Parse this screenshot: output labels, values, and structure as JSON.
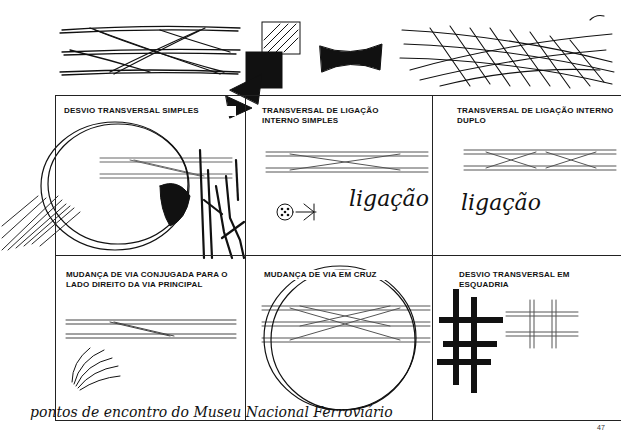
{
  "diagram": {
    "caption": "pontos de encontro do Museu Nacional Ferroviário",
    "nodes": [
      {
        "text": [
          "DESVIO TRANSVERSAL SIMPLES"
        ]
      },
      {
        "text": [
          "TRANSVERSAL DE LIGAÇÃO INTERNO SIMPLES",
          "ligação"
        ]
      },
      {
        "text": [
          "TRANSVERSAL DE LIGAÇÃO INTERNO DUPLO",
          "ligação"
        ]
      },
      {
        "text": [
          "MUDANÇA DE VIA CONJUGADA PARA O LADO DIREITO DA VIA PRINCIPAL"
        ]
      },
      {
        "text": [
          "MUDANÇA DE VIA EM CRUZ"
        ]
      },
      {
        "text": [
          "DESVIO TRANSVERSAL EM ESQUADRIA"
        ]
      }
    ],
    "labels": [
      "47"
    ]
  }
}
